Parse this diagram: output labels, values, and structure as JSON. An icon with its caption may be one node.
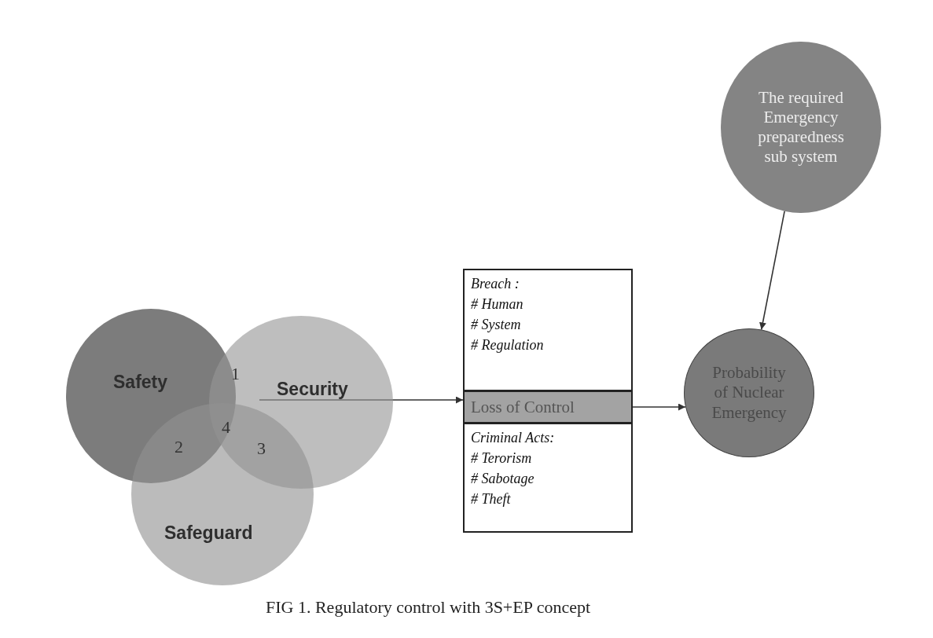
{
  "diagram": {
    "caption": "FIG 1. Regulatory control with 3S+EP concept",
    "nodes": [
      {
        "text": [
          "Safety"
        ]
      },
      {
        "text": [
          "Security"
        ]
      },
      {
        "text": [
          "Safeguard"
        ]
      },
      {
        "text": [
          "Breach :",
          "# Human",
          "# System",
          "# Regulation"
        ]
      },
      {
        "text": [
          "Loss of Control"
        ]
      },
      {
        "text": [
          "Criminal Acts:",
          "# Terorism",
          "# Sabotage",
          "# Theft"
        ]
      },
      {
        "text": [
          "Probability of Nuclear Emergency"
        ]
      },
      {
        "text": [
          "The required Emergency preparedness sub system"
        ]
      }
    ],
    "edges": [
      {
        "from": 1,
        "to": 4,
        "arrow": "to"
      },
      {
        "from": 4,
        "to": 6,
        "arrow": "to"
      },
      {
        "from": 7,
        "to": 6,
        "arrow": "to"
      }
    ],
    "labels": [
      "1",
      "4",
      "2",
      "3"
    ]
  }
}
